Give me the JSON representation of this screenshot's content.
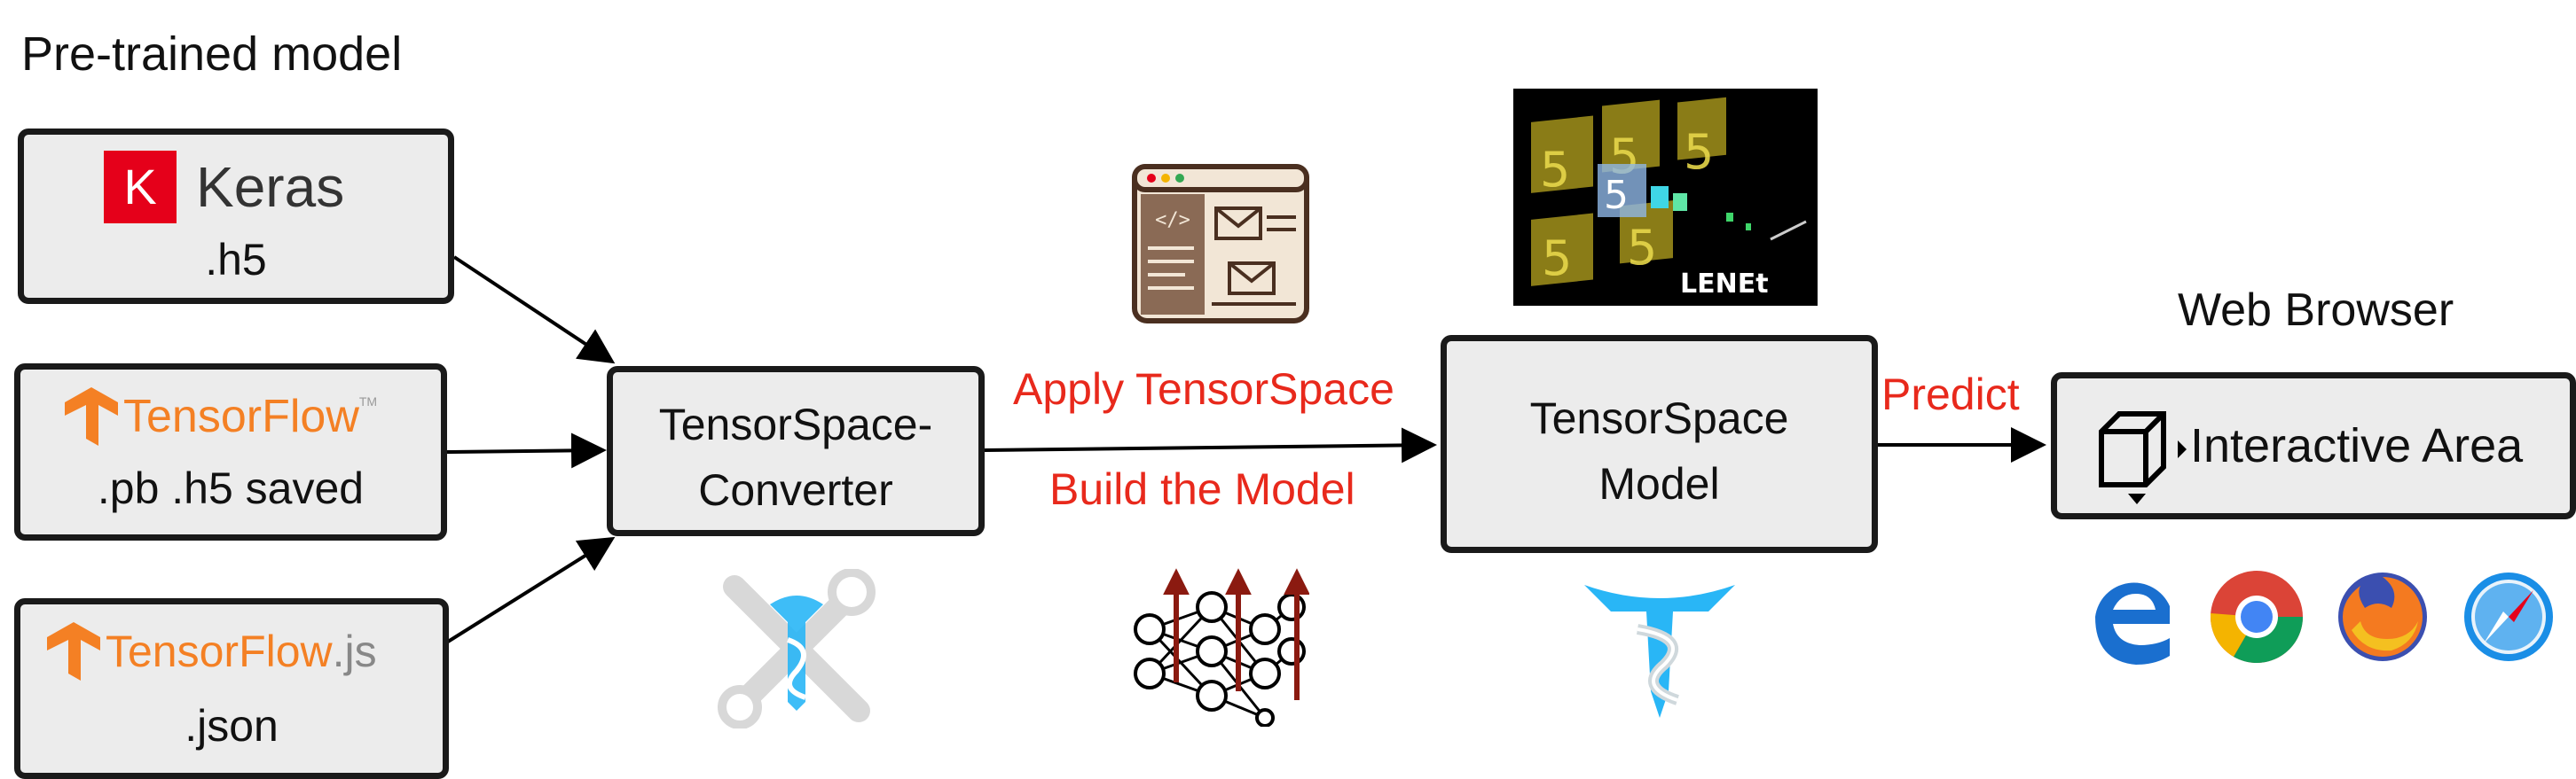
{
  "header": {
    "title": "Pre-trained model"
  },
  "inputs": [
    {
      "name": "Keras",
      "ext": ".h5",
      "logo_letter": "K",
      "logo_color": "#e5001a"
    },
    {
      "name": "TensorFlow",
      "tm": "TM",
      "ext": ".pb .h5 saved",
      "logo_color": "#f48024"
    },
    {
      "name": "TensorFlow",
      "suffix": ".js",
      "ext": ".json",
      "logo_color": "#f48024"
    }
  ],
  "converter": {
    "line1": "TensorSpace-",
    "line2": "Converter"
  },
  "edge_labels": {
    "apply": "Apply TensorSpace",
    "build": "Build the Model",
    "predict": "Predict"
  },
  "model": {
    "line1": "TensorSpace",
    "line2": "Model"
  },
  "preview": {
    "caption": "LENEt",
    "digit": "5"
  },
  "browser": {
    "title": "Web Browser",
    "area_label": "Interactive Area"
  },
  "colors": {
    "accent_red": "#e8291c",
    "box_fill": "#ececec",
    "ts_blue": "#29b6f6",
    "dark_red": "#8b1a10"
  }
}
